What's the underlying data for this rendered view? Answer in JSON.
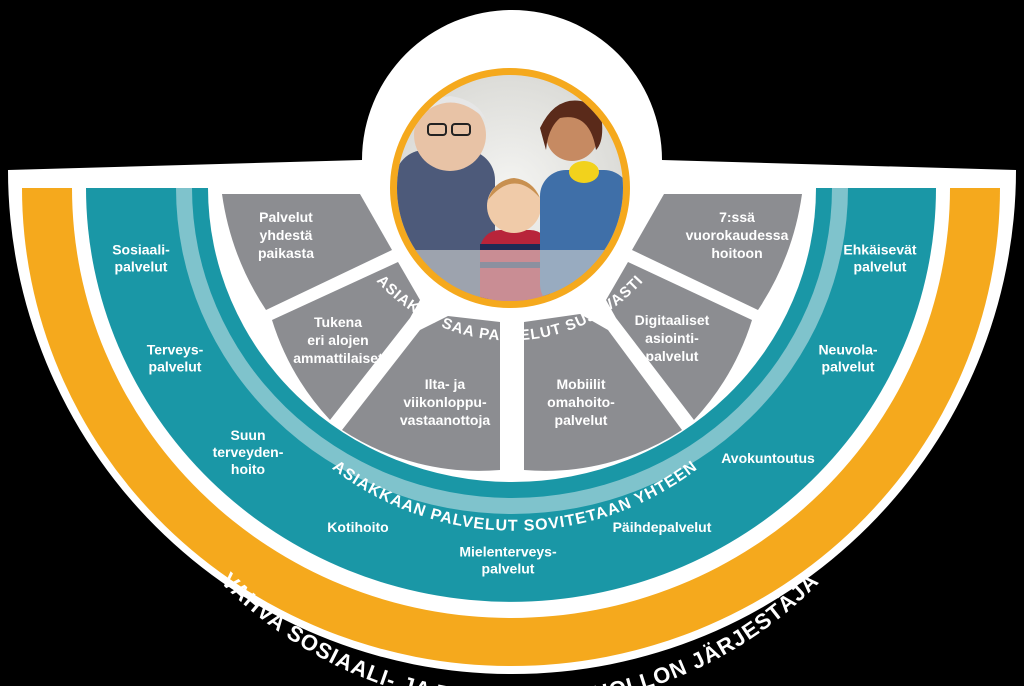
{
  "colors": {
    "background": "#000000",
    "outer_white": "#ffffff",
    "orange": "#f5a91d",
    "teal": "#1a97a6",
    "teal_dark": "#137f8c",
    "light_teal": "#7fc3cc",
    "gray": "#8c8d91",
    "gray_text": "#ffffff"
  },
  "rings": {
    "outer_label": "VAHVA SOSIAALI- JA TERVEYDENHUOLLON JÄRJESTÄJÄ",
    "middle_label": "ASIAKKAAN PALVELUT SOVITETAAN YHTEEN",
    "inner_label": "ASIAKAS SAA PALVELUT SUJUVASTI"
  },
  "teal_services": [
    [
      "Sosiaali-",
      "palvelut"
    ],
    [
      "Terveys-",
      "palvelut"
    ],
    [
      "Suun",
      "terveyden-",
      "hoito"
    ],
    [
      "Kotihoito"
    ],
    [
      "Mielenterveys-",
      "palvelut"
    ],
    [
      "Päihdepalvelut"
    ],
    [
      "Avokuntoutus"
    ],
    [
      "Neuvola-",
      "palvelut"
    ],
    [
      "Ehkäisevät",
      "palvelut"
    ]
  ],
  "gray_outer": [
    [
      "Palvelut",
      "yhdestä",
      "paikasta"
    ],
    [
      "7:ssä",
      "vuorokaudessa",
      "hoitoon"
    ]
  ],
  "gray_inner": [
    [
      "Tukena",
      "eri alojen",
      "ammattilaiset"
    ],
    [
      "Ilta- ja",
      "viikonloppu-",
      "vastaanottoja"
    ],
    [
      "Mobiilit",
      "omahoito-",
      "palvelut"
    ],
    [
      "Digitaaliset",
      "asiointi-",
      "palvelut"
    ]
  ],
  "photo": {
    "icon": "family-photo"
  }
}
